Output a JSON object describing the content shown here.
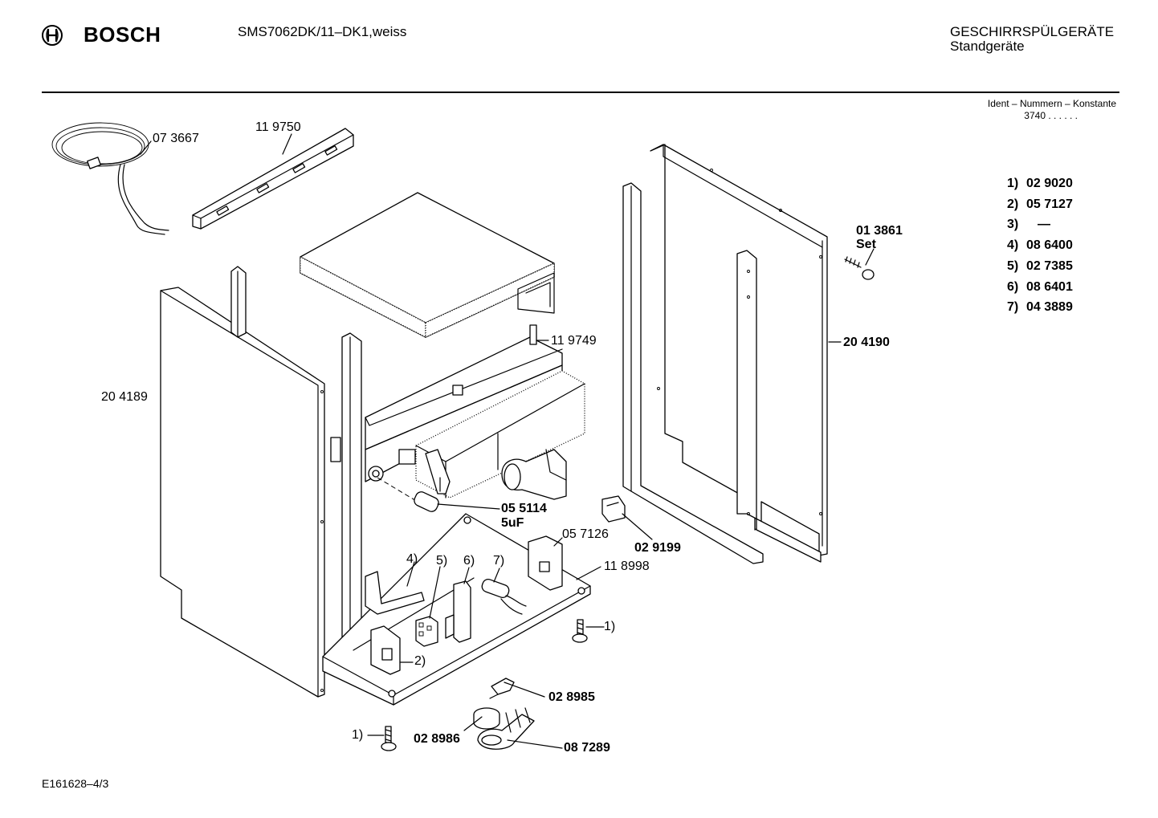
{
  "header": {
    "brand": "BOSCH",
    "model": "SMS7062DK/11–DK1,weiss",
    "category_line1": "GESCHIRRSPÜLGERÄTE",
    "category_line2": "Standgeräte",
    "ident_title": "Ident – Nummern – Konstante",
    "ident_value": "3740  .  .    .  .  .  ."
  },
  "legend": [
    {
      "num": "1)",
      "part": "02 9020"
    },
    {
      "num": "2)",
      "part": "05 7127"
    },
    {
      "num": "3)",
      "part": "—"
    },
    {
      "num": "4)",
      "part": "08 6400"
    },
    {
      "num": "5)",
      "part": "02 7385"
    },
    {
      "num": "6)",
      "part": "08 6401"
    },
    {
      "num": "7)",
      "part": "04 3889"
    }
  ],
  "callouts": {
    "c073667": "07 3667",
    "c119750": "11 9750",
    "c204189": "20 4189",
    "c119749": "11 9749",
    "c013861": "01 3861",
    "c_set": "Set",
    "c204190": "20 4190",
    "c055114": "05 5114",
    "c_5uf": "5uF",
    "c057126": "05 7126",
    "c029199": "02 9199",
    "c118998": "11 8998",
    "c4": "4)",
    "c5": "5)",
    "c6": "6)",
    "c7": "7)",
    "c1_right": "1)",
    "c2": "2)",
    "c028985": "02 8985",
    "c1_left": "1)",
    "c028986": "02 8986",
    "c087289": "08 7289"
  },
  "footer": {
    "doc_id": "E161628–4/3"
  }
}
